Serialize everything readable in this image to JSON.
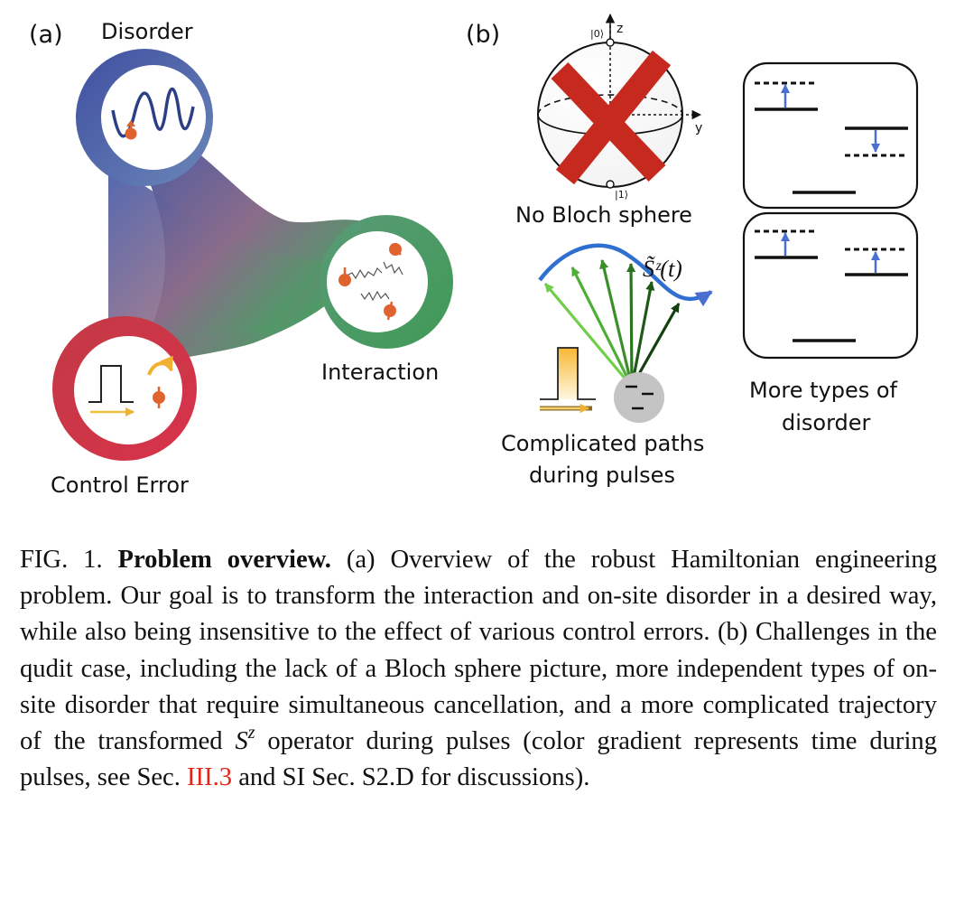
{
  "panel_a": {
    "label": "(a)",
    "disorder_label": "Disorder",
    "interaction_label": "Interaction",
    "control_error_label": "Control Error"
  },
  "panel_b": {
    "label": "(b)",
    "bloch": {
      "ket0": "|0⟩",
      "ket1": "|1⟩",
      "axis_z": "z",
      "axis_y": "y",
      "caption": "No Bloch sphere"
    },
    "paths": {
      "operator_label": "S̃ᶻ(t)",
      "caption_line1": "Complicated paths",
      "caption_line2": "during pulses"
    },
    "disorder_types": {
      "caption_line1": "More types of",
      "caption_line2": "disorder"
    }
  },
  "caption": {
    "fig_label": "FIG. 1.",
    "title": "Problem overview.",
    "text_part1": " (a) Overview of the robust Hamiltonian engineering problem.  Our goal is to transform the interaction and on-site disorder in a desired way, while also being insensitive to the effect of various control errors.  (b) Challenges in the qudit case, including the lack of a Bloch sphere picture, more independent types of on-site disorder that require simultaneous cancellation, and a more complicated trajectory of the transformed ",
    "operator_base": "S",
    "operator_sup": "z",
    "text_part2": " operator during pulses (color gradient represents time during pulses, see Sec. ",
    "section_ref": "III.3",
    "text_part3": " and SI Sec. S2.D for discussions)."
  }
}
